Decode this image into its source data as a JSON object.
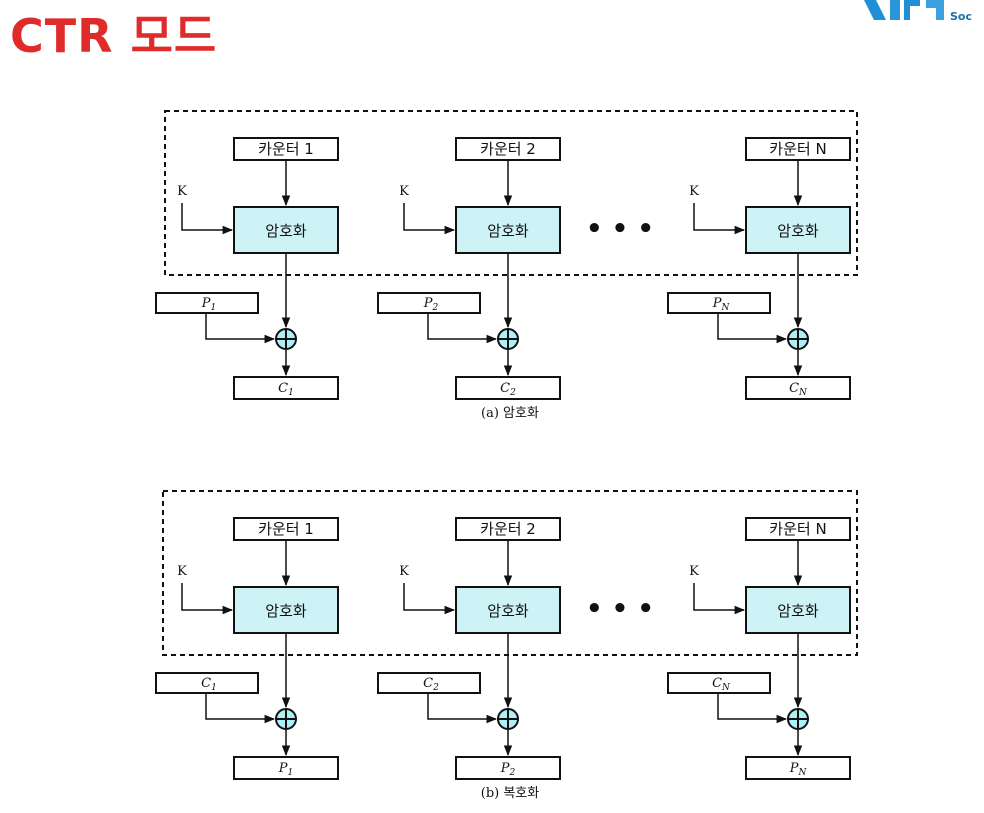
{
  "slide": {
    "title": "CTR 모드"
  },
  "logo": {
    "text": "Soc",
    "colors": [
      "#1f8fd6",
      "#3aa0e0"
    ]
  },
  "colors": {
    "title": "#e02b2b",
    "block_fill": "#cdf3f7",
    "xor_fill": "#aef0f6",
    "line": "#111111"
  },
  "diagrams": [
    {
      "id": "encryption",
      "caption": "(a) 암호화",
      "key_label": "K",
      "block_label": "암호화",
      "ellipsis": "• • •",
      "stages": [
        {
          "counter": "카운터 1",
          "input": "P",
          "input_sub": "1",
          "output": "C",
          "output_sub": "1"
        },
        {
          "counter": "카운터 2",
          "input": "P",
          "input_sub": "2",
          "output": "C",
          "output_sub": "2"
        },
        {
          "counter": "카운터 N",
          "input": "P",
          "input_sub": "N",
          "output": "C",
          "output_sub": "N"
        }
      ]
    },
    {
      "id": "decryption",
      "caption": "(b) 복호화",
      "key_label": "K",
      "block_label": "암호화",
      "ellipsis": "• • •",
      "stages": [
        {
          "counter": "카운터 1",
          "input": "C",
          "input_sub": "1",
          "output": "P",
          "output_sub": "1"
        },
        {
          "counter": "카운터 2",
          "input": "C",
          "input_sub": "2",
          "output": "P",
          "output_sub": "2"
        },
        {
          "counter": "카운터 N",
          "input": "C",
          "input_sub": "N",
          "output": "P",
          "output_sub": "N"
        }
      ]
    }
  ]
}
